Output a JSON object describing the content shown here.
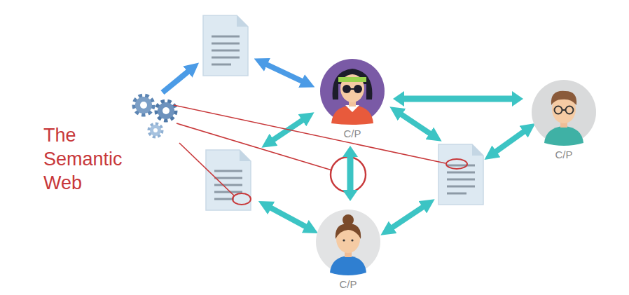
{
  "diagram": {
    "nodes": [
      {
        "text": [
          "C/P"
        ]
      },
      {
        "text": [
          "C/P"
        ]
      },
      {
        "text": [
          "C/P"
        ]
      }
    ],
    "edges": [
      {
        "from": 0,
        "to": 1,
        "arrow": "both"
      },
      {
        "from": 0,
        "to": 2,
        "arrow": "both"
      }
    ],
    "labels": [
      "The Semantic Web"
    ]
  }
}
